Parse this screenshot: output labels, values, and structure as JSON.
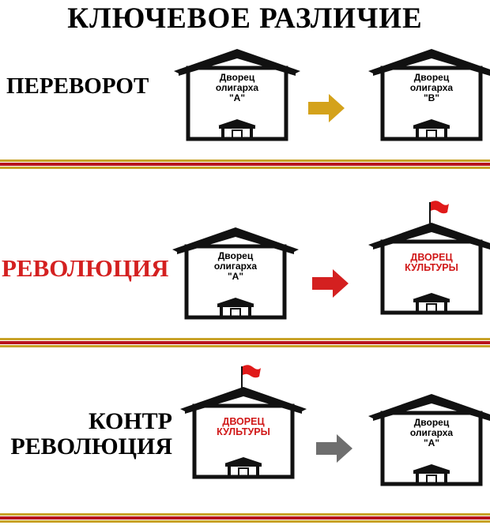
{
  "title": "КЛЮЧЕВОЕ РАЗЛИЧИЕ",
  "colors": {
    "gold": "#d4a21b",
    "red": "#d42020",
    "gray": "#6e6e6e",
    "line_gold": "#c8a227",
    "line_red": "#b8141c",
    "flag_red": "#e01a1a"
  },
  "rows": [
    {
      "label_line1": "ПЕРЕВОРОТ",
      "label_line2": "",
      "label_color": "#000000",
      "arrow": "gold",
      "left": {
        "line1": "Дворец",
        "line2": "олигарха",
        "line3": "\"А\"",
        "flag": false,
        "red": false
      },
      "right": {
        "line1": "Дворец",
        "line2": "олигарха",
        "line3": "\"В\"",
        "flag": false,
        "red": false
      }
    },
    {
      "label_line1": "РЕВОЛЮЦИЯ",
      "label_line2": "",
      "label_color": "#d42020",
      "arrow": "red",
      "left": {
        "line1": "Дворец",
        "line2": "олигарха",
        "line3": "\"А\"",
        "flag": false,
        "red": false
      },
      "right": {
        "line1": "ДВОРЕЦ",
        "line2": "КУЛЬТУРЫ",
        "line3": "",
        "flag": true,
        "red": true
      }
    },
    {
      "label_line1": "КОНТР",
      "label_line2": "РЕВОЛЮЦИЯ",
      "label_color": "#000000",
      "arrow": "gray",
      "left": {
        "line1": "ДВОРЕЦ",
        "line2": "КУЛЬТУРЫ",
        "line3": "",
        "flag": true,
        "red": true
      },
      "right": {
        "line1": "Дворец",
        "line2": "олигарха",
        "line3": "\"А\"",
        "flag": false,
        "red": false
      }
    }
  ]
}
